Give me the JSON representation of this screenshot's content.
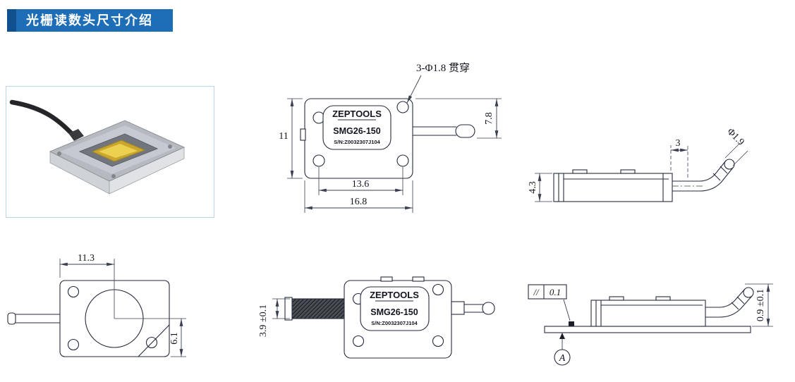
{
  "header": {
    "title": "光栅读数头尺寸介绍",
    "bar_color": "#1e6eb7",
    "accent_color": "#11508f"
  },
  "front_view": {
    "brand": "ZEPTOOLS",
    "model": "SMG26-150",
    "serial": "S/N:Z0032307J104",
    "dim_height": "11",
    "dim_cable_height": "7.8",
    "dim_hole_spacing": "13.6",
    "dim_width": "16.8",
    "note_holes": "3-Φ1.8 贯穿"
  },
  "right_side_view": {
    "dim_offset": "3",
    "dim_body_height": "4.3",
    "dim_cable_dia": "Φ1.9"
  },
  "back_view": {
    "dim_center_offset": "11.3",
    "dim_center_height": "6.1"
  },
  "bottom_view": {
    "brand": "ZEPTOOLS",
    "model": "SMG26-150",
    "serial": "S/N:Z0032307J104",
    "dim_cable_height": "3.9 ±0.1"
  },
  "mounted_view": {
    "flatness_symbol": "//",
    "flatness_value": "0.1",
    "datum_label": "A",
    "dim_gap": "0.9 ±0.1"
  }
}
